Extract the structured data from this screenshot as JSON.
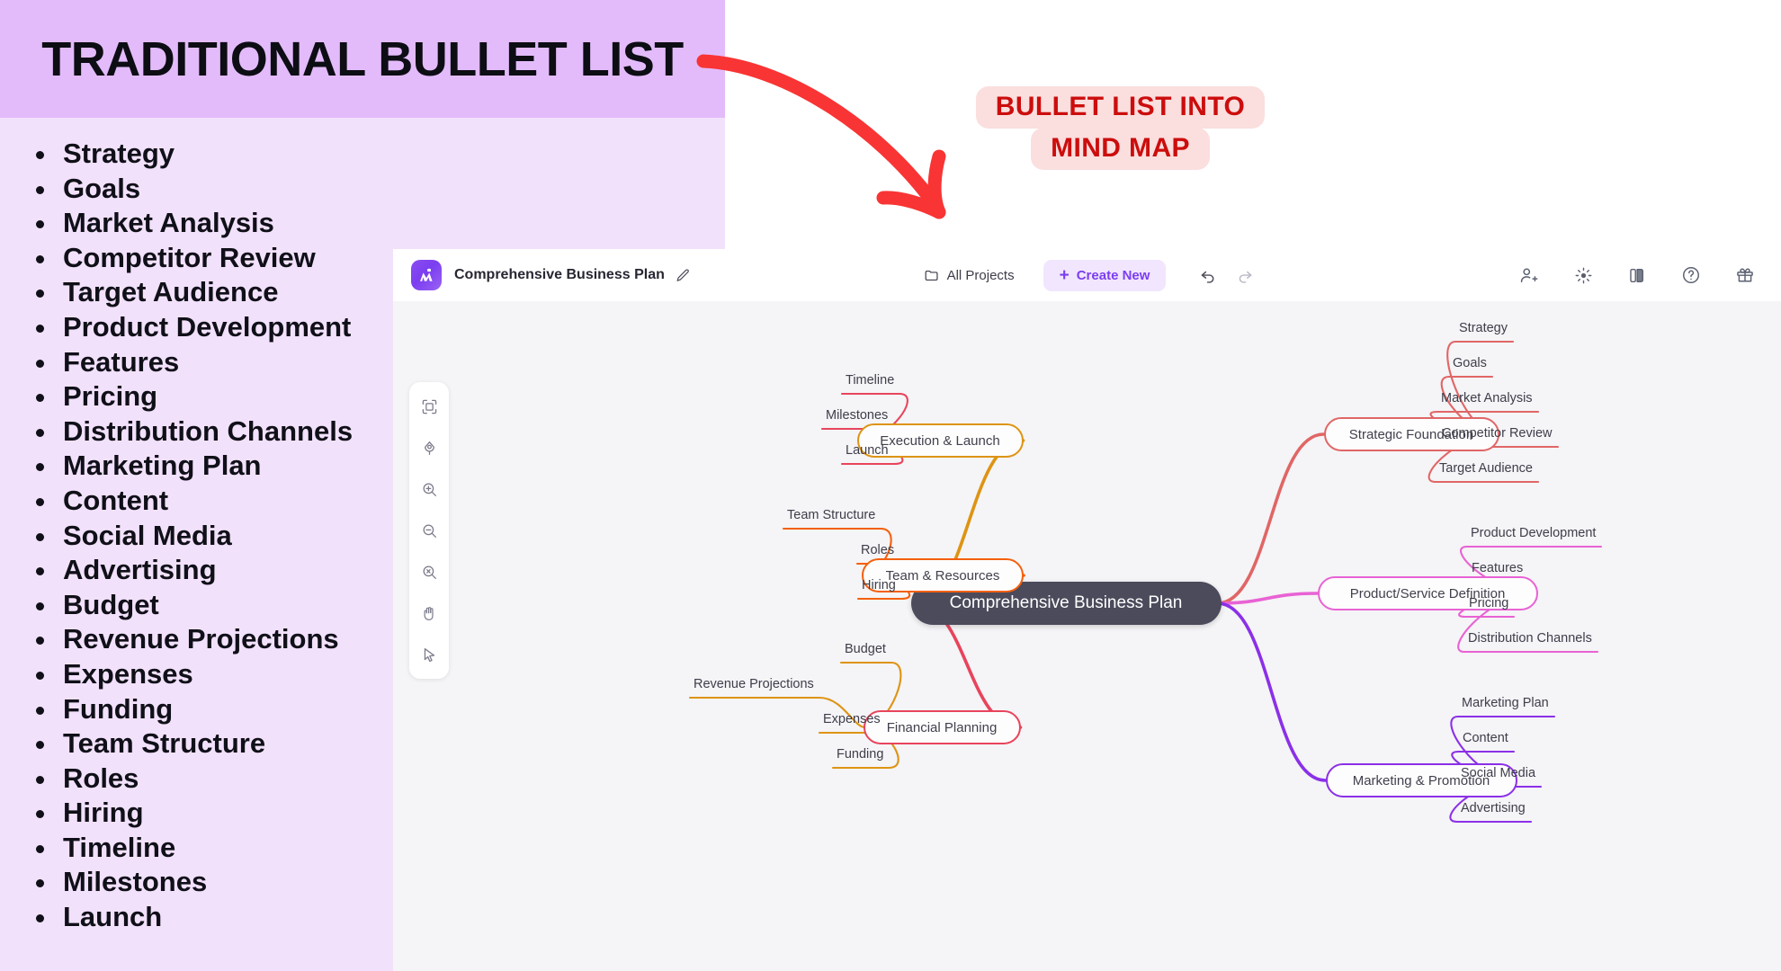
{
  "slide": {
    "title": "TRADITIONAL BULLET LIST",
    "bullets": [
      "Strategy",
      "Goals",
      "Market Analysis",
      "Competitor Review",
      "Target Audience",
      "Product Development",
      "Features",
      "Pricing",
      "Distribution Channels",
      "Marketing Plan",
      "Content",
      "Social Media",
      "Advertising",
      "Budget",
      "Revenue Projections",
      "Expenses",
      "Funding",
      "Team Structure",
      "Roles",
      "Hiring",
      "Timeline",
      "Milestones",
      "Launch"
    ],
    "band_color": "#e3bbfb",
    "body_color": "#f2e1fb"
  },
  "annotation": {
    "line1": "BULLET LIST INTO",
    "line2": "MIND MAP",
    "text_color": "#cc0d0d",
    "highlight_color": "#fbdede",
    "arrow_color": "#f93434"
  },
  "app": {
    "document_title": "Comprehensive Business Plan",
    "header": {
      "all_projects_label": "All Projects",
      "create_new_label": "Create New",
      "create_new_plus": "+",
      "accent_color": "#7b3ef0",
      "create_new_bg": "#f1e6fe"
    },
    "tool_rail": [
      {
        "name": "fit-to-screen-tool"
      },
      {
        "name": "center-map-tool"
      },
      {
        "name": "zoom-in-tool"
      },
      {
        "name": "zoom-out-tool"
      },
      {
        "name": "reset-zoom-tool"
      },
      {
        "name": "pan-hand-tool"
      },
      {
        "name": "select-cursor-tool"
      }
    ]
  },
  "mindmap": {
    "root": "Comprehensive Business Plan",
    "root_color": "#4b4b5c",
    "branches": [
      {
        "label": "Strategic Foundation",
        "side": "right",
        "color": "#e06666",
        "child_color": "#e06666",
        "children": [
          "Strategy",
          "Goals",
          "Market Analysis",
          "Competitor Review",
          "Target Audience"
        ]
      },
      {
        "label": "Product/Service Definition",
        "side": "right",
        "color": "#e862d4",
        "child_color": "#e862d4",
        "children": [
          "Product Development",
          "Features",
          "Pricing",
          "Distribution Channels"
        ]
      },
      {
        "label": "Marketing & Promotion",
        "side": "right",
        "color": "#8b30e8",
        "child_color": "#8b30e8",
        "children": [
          "Marketing Plan",
          "Content",
          "Social Media",
          "Advertising"
        ]
      },
      {
        "label": "Execution & Launch",
        "side": "left",
        "color": "#dd9413",
        "child_color": "#e8445c",
        "children": [
          "Timeline",
          "Milestones",
          "Launch"
        ]
      },
      {
        "label": "Team & Resources",
        "side": "left",
        "color": "#f4600c",
        "child_color": "#f4600c",
        "children": [
          "Team Structure",
          "Roles",
          "Hiring"
        ]
      },
      {
        "label": "Financial Planning",
        "side": "left",
        "color": "#e8445c",
        "child_color": "#dd9413",
        "children": [
          "Budget",
          "Revenue Projections",
          "Expenses",
          "Funding"
        ]
      }
    ]
  }
}
